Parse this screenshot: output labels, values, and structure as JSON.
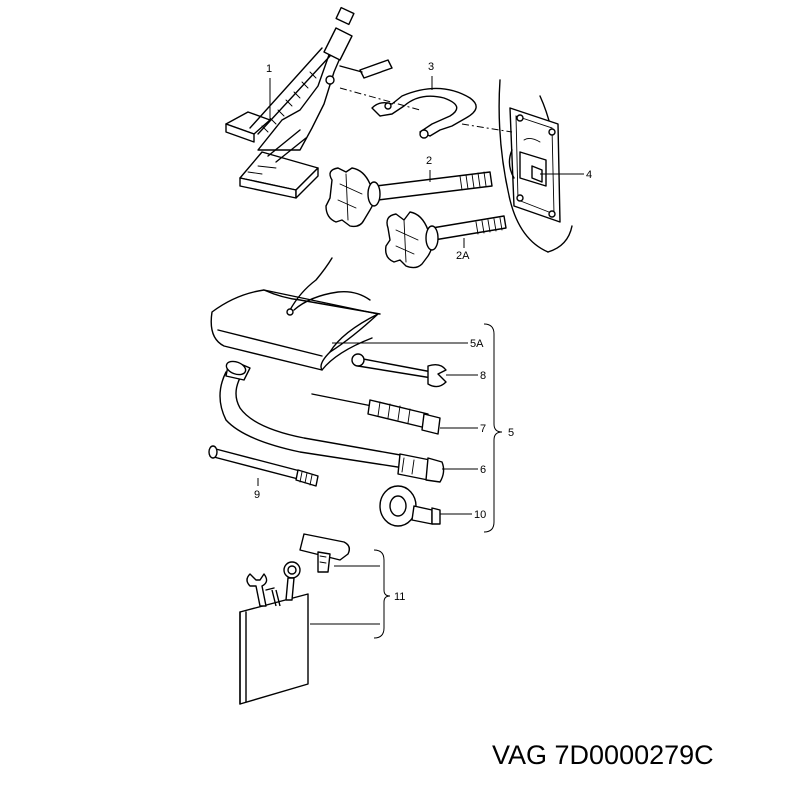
{
  "callouts": {
    "c1": "1",
    "c2": "2",
    "c2a": "2A",
    "c3": "3",
    "c4": "4",
    "c5": "5",
    "c5a": "5A",
    "c6": "6",
    "c7": "7",
    "c8": "8",
    "c9": "9",
    "c10": "10",
    "c11": "11"
  },
  "part_number": "VAG 7D0000279C"
}
